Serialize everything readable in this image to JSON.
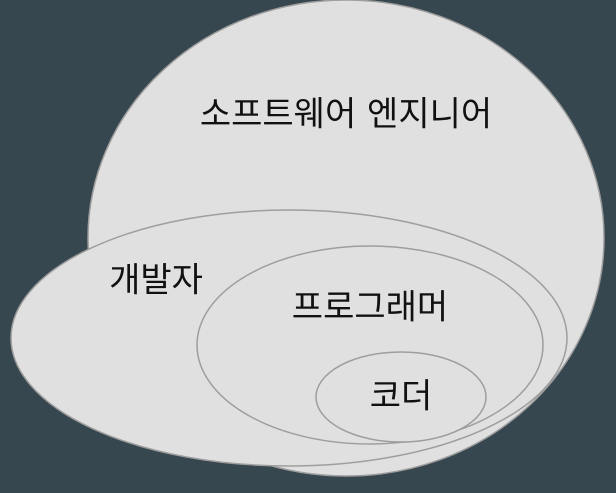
{
  "colors": {
    "background": "#37474f",
    "fill": "#e0e0e0",
    "stroke": "#9e9e9e",
    "text": "#111111"
  },
  "sets": [
    {
      "id": "software-engineer",
      "label": "소프트웨어 엔지니어"
    },
    {
      "id": "developer",
      "label": "개발자"
    },
    {
      "id": "programmer",
      "label": "프로그래머"
    },
    {
      "id": "coder",
      "label": "코더"
    }
  ]
}
